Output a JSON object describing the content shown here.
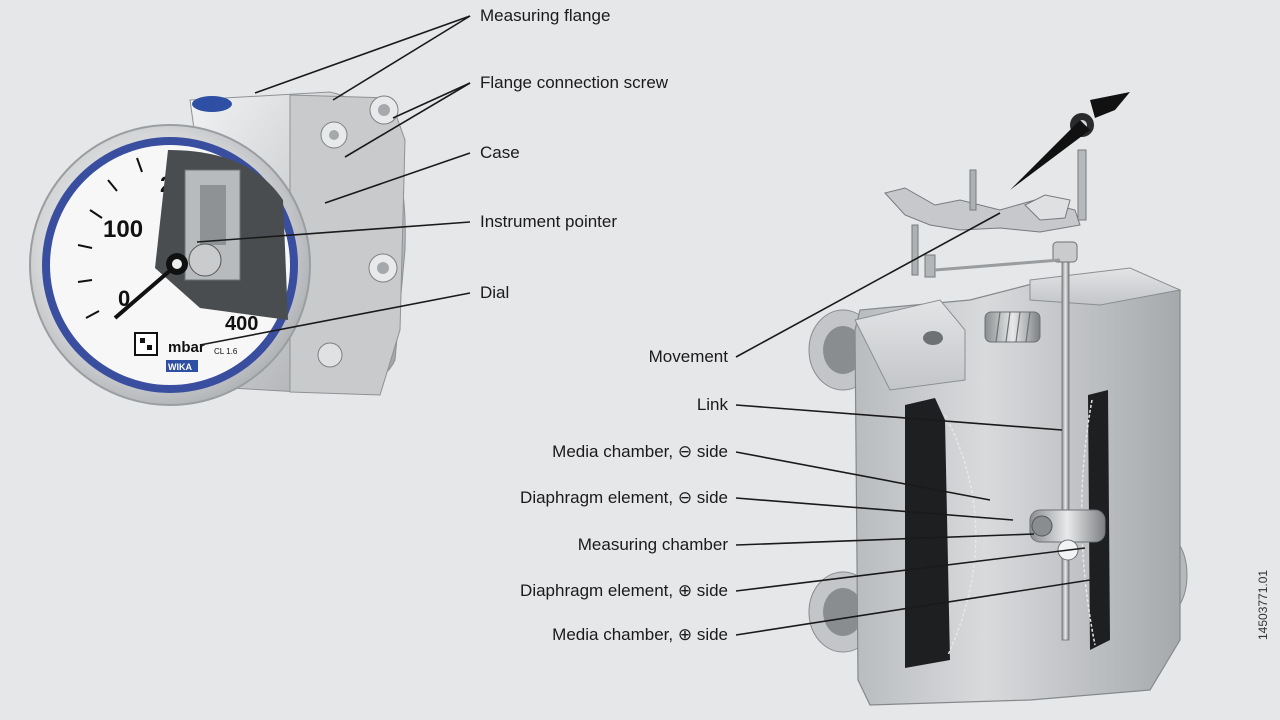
{
  "labels": {
    "measuring_flange": "Measuring flange",
    "flange_connection_screw": "Flange connection screw",
    "case": "Case",
    "instrument_pointer": "Instrument pointer",
    "dial": "Dial",
    "movement": "Movement",
    "link": "Link",
    "media_chamber_minus": "Media chamber, ⊖ side",
    "diaphragm_minus": "Diaphragm element, ⊖ side",
    "measuring_chamber": "Measuring chamber",
    "diaphragm_plus": "Diaphragm element, ⊕ side",
    "media_chamber_plus": "Media chamber, ⊕ side"
  },
  "dial": {
    "tick_labels": [
      "0",
      "100",
      "200",
      "400"
    ],
    "unit": "mbar",
    "class": "CL 1.6",
    "brand": "WIKA"
  },
  "doc_id": "14503771.01"
}
